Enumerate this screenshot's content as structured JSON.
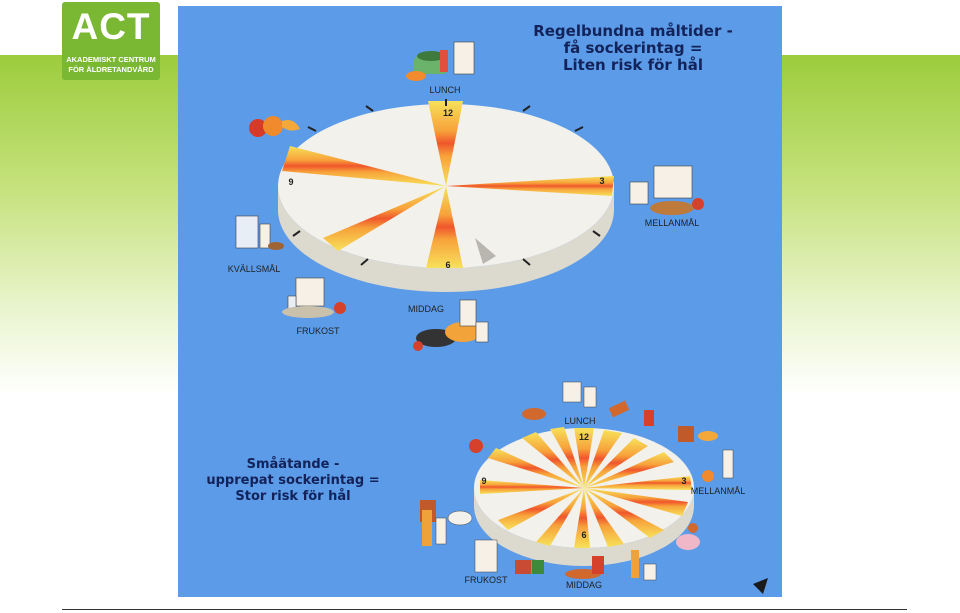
{
  "logo": {
    "word": "ACT",
    "line1": "AKADEMISKT CENTRUM",
    "line2": "FÖR ÄLDRETANDVÅRD"
  },
  "top": {
    "heading1": "Regelbundna måltider -",
    "heading2": "få sockerintag =",
    "heading3": "Liten risk för hål",
    "label_lunch": "LUNCH",
    "label_mellanmal": "MELLANMÅL",
    "label_kvallsmal": "KVÄLLSMÅL",
    "label_frukost": "FRUKOST",
    "label_middag": "MIDDAG",
    "n12": "12",
    "n3": "3",
    "n6": "6",
    "n9": "9"
  },
  "bottom": {
    "heading1": "Småätande -",
    "heading2": "upprepat sockerintag =",
    "heading3": "Stor risk för hål",
    "label_lunch": "LUNCH",
    "label_mellanmal": "MELLANMÅL",
    "label_frukost": "FRUKOST",
    "label_middag": "MIDDAG",
    "n12": "12",
    "n3": "3",
    "n6": "6",
    "n9": "9"
  },
  "colors": {
    "poster_bg": "#5b9be8",
    "band_green": "#9ccc3c",
    "logo_green": "#7ab733",
    "heading_navy": "#13235a",
    "dial_face": "#f2f1ec",
    "stripe_red": "#f0562c",
    "stripe_yellow": "#f7e15a"
  }
}
